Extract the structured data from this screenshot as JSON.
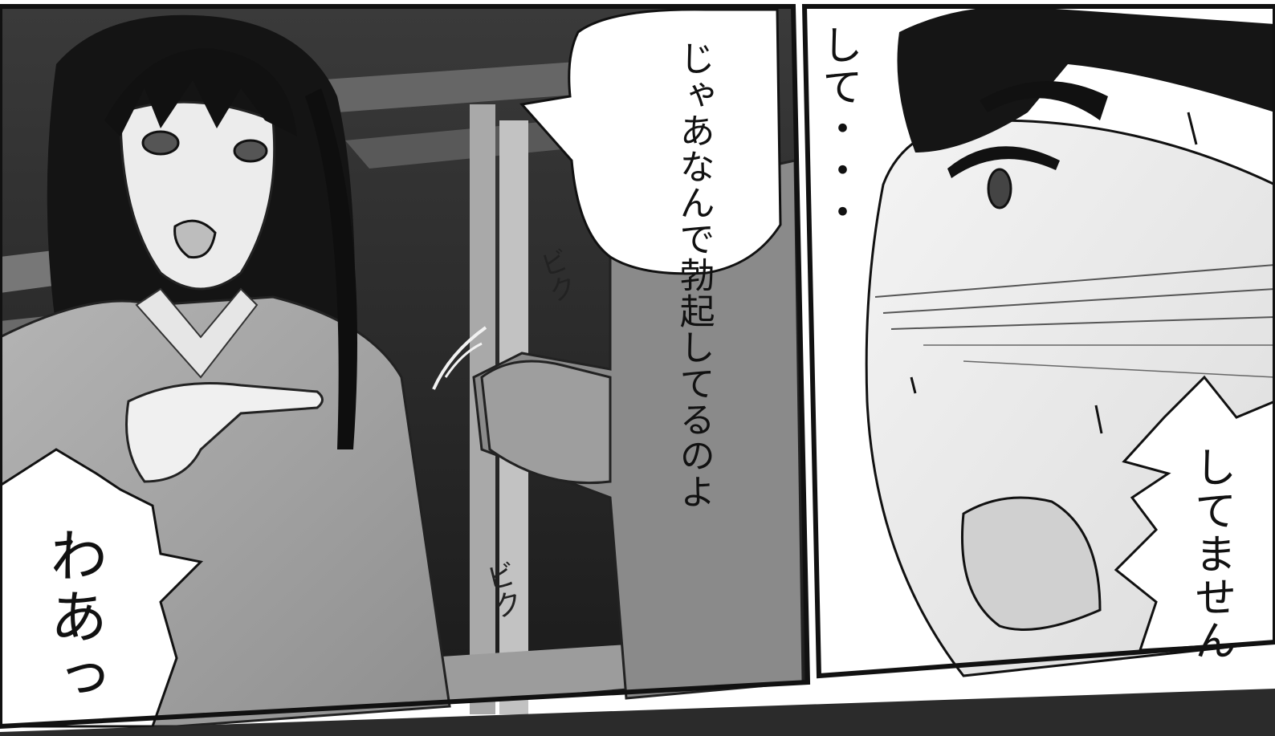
{
  "panels": [
    {
      "name": "left-panel",
      "speech_bubbles": [
        {
          "text": "じゃあなんで勃起してるのよ"
        }
      ],
      "sound_effects": [
        {
          "text": "ビク"
        },
        {
          "text": "ビク"
        },
        {
          "text": "わあっ"
        }
      ]
    },
    {
      "name": "right-panel",
      "captions": [
        {
          "text": "して・・・"
        },
        {
          "text": "してません"
        }
      ]
    }
  ]
}
